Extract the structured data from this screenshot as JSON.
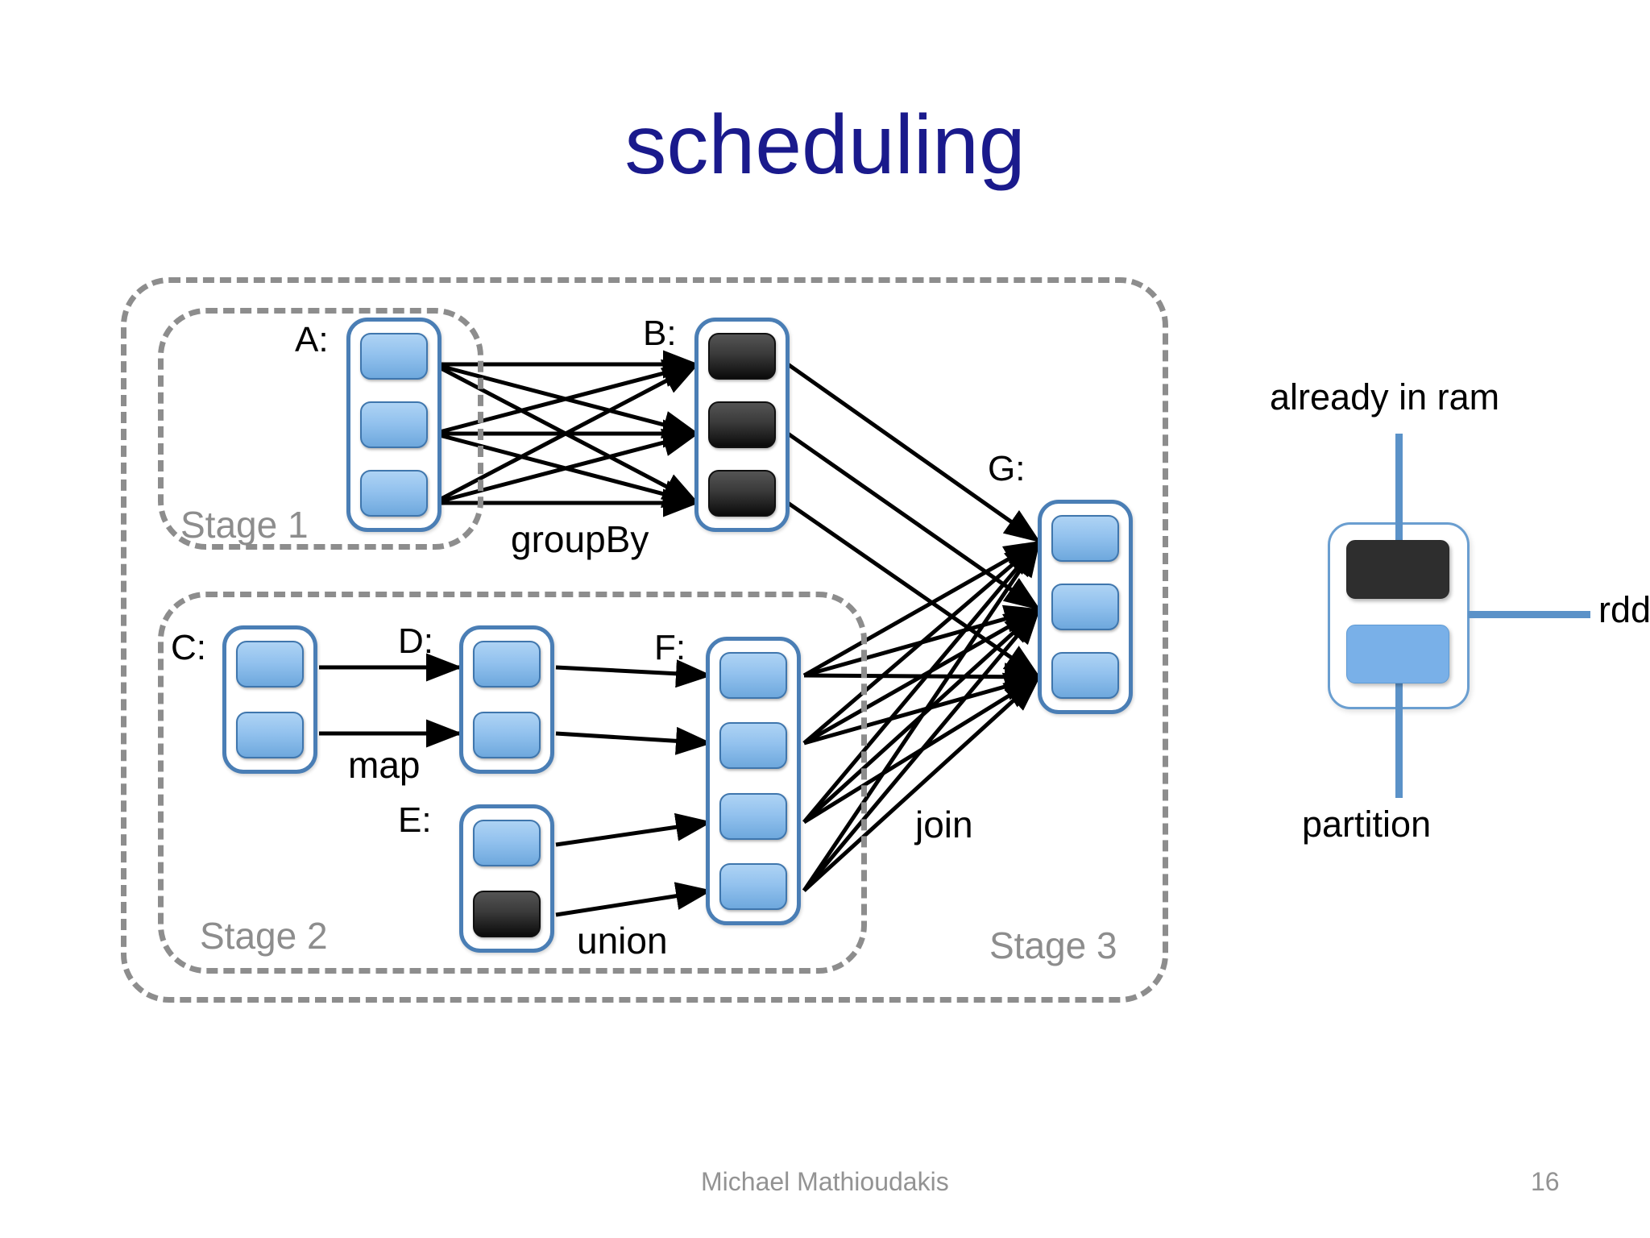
{
  "slide": {
    "title": "scheduling",
    "title_color": "#1a1a8c",
    "background": "#ffffff"
  },
  "footer": {
    "author": "Michael Mathioudakis",
    "page_number": "16"
  },
  "colors": {
    "partition_blue_top": "#aed3f4",
    "partition_blue_bottom": "#6ea8dd",
    "partition_blue_border": "#3f76ad",
    "partition_ram_top": "#545454",
    "partition_ram_bottom": "#0b0b0b",
    "partition_ram_border": "#101010",
    "rdd_border": "#4a7eb5",
    "stage_dashed": "#8d8d8d",
    "stage_label": "#8d8d8d",
    "arrow": "#000000",
    "legend_leader": "#5b92c8"
  },
  "stages": [
    {
      "id": "stage-1",
      "label": "Stage 1"
    },
    {
      "id": "stage-2",
      "label": "Stage 2"
    },
    {
      "id": "stage-3",
      "label": "Stage 3"
    }
  ],
  "rdds": [
    {
      "id": "A",
      "label": "A:",
      "partitions": [
        "blue",
        "blue",
        "blue"
      ]
    },
    {
      "id": "B",
      "label": "B:",
      "partitions": [
        "ram",
        "ram",
        "ram"
      ]
    },
    {
      "id": "C",
      "label": "C:",
      "partitions": [
        "blue",
        "blue"
      ]
    },
    {
      "id": "D",
      "label": "D:",
      "partitions": [
        "blue",
        "blue"
      ]
    },
    {
      "id": "E",
      "label": "E:",
      "partitions": [
        "blue",
        "ram"
      ]
    },
    {
      "id": "F",
      "label": "F:",
      "partitions": [
        "blue",
        "blue",
        "blue",
        "blue"
      ]
    },
    {
      "id": "G",
      "label": "G:",
      "partitions": [
        "blue",
        "blue",
        "blue"
      ]
    }
  ],
  "operations": [
    {
      "id": "groupBy",
      "label": "groupBy",
      "from": "A",
      "to": "B"
    },
    {
      "id": "map",
      "label": "map",
      "from": "C",
      "to": "D"
    },
    {
      "id": "union",
      "label": "union",
      "from": "E",
      "to": "F"
    },
    {
      "id": "join",
      "label": "join",
      "from": "B,F",
      "to": "G"
    }
  ],
  "legend": {
    "ram_label": "already in ram",
    "rdd_label": "rdd",
    "partition_label": "partition"
  }
}
